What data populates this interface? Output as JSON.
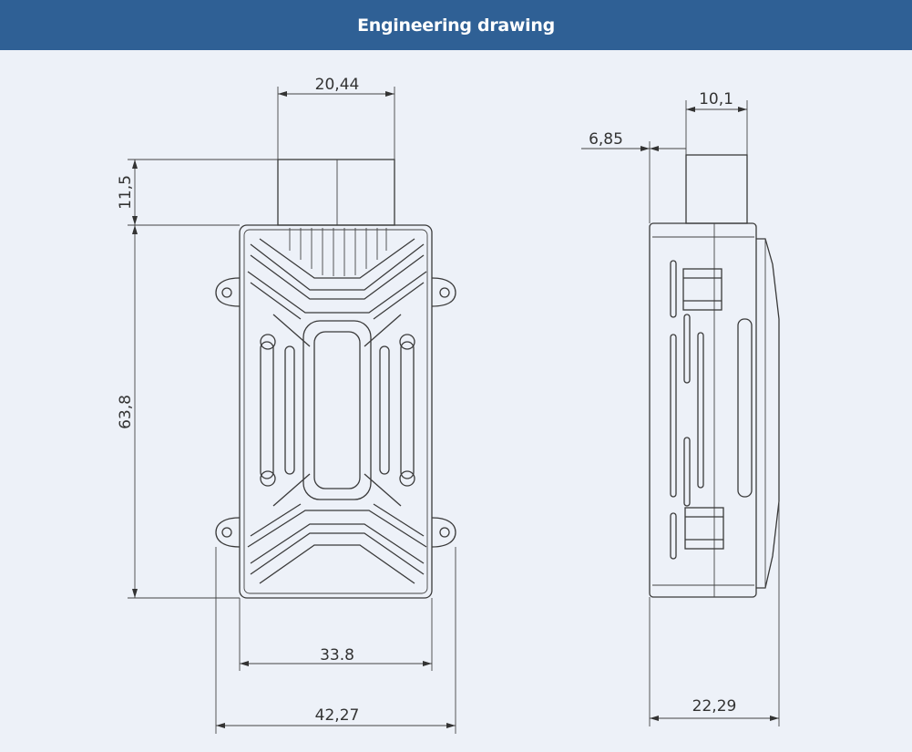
{
  "header": {
    "title": "Engineering drawing"
  },
  "front_view": {
    "dim_connector_width": "20,44",
    "dim_connector_height": "11,5",
    "dim_body_height": "63,8",
    "dim_body_width": "33.8",
    "dim_overall_width": "42,27"
  },
  "side_view": {
    "dim_connector_depth": "10,1",
    "dim_connector_offset": "6,85",
    "dim_overall_depth": "22,29"
  },
  "colors": {
    "header_bg": "#2f6095",
    "background": "#edf1f8",
    "line": "#3a3a3a"
  }
}
